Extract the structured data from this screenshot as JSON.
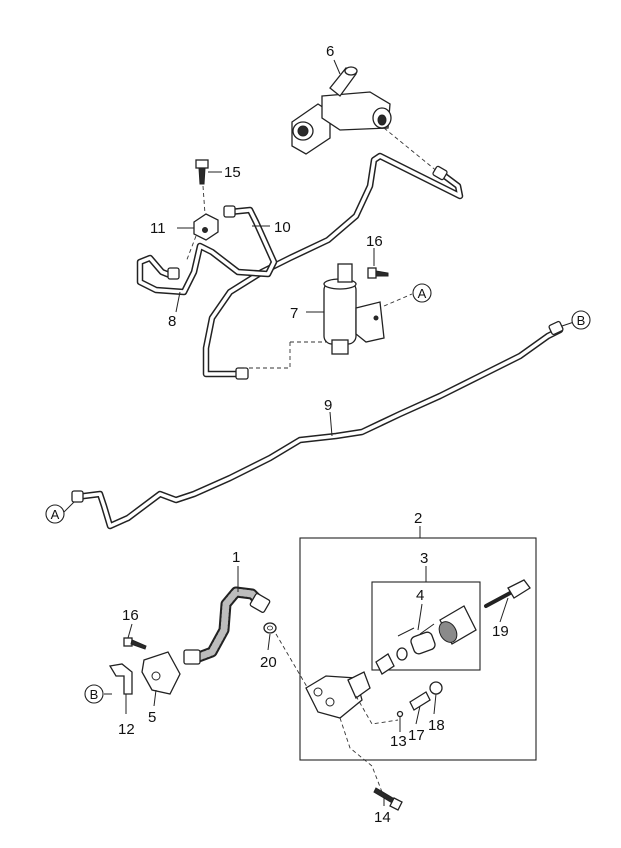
{
  "callouts": {
    "p1": "1",
    "p2": "2",
    "p3": "3",
    "p4": "4",
    "p5": "5",
    "p6": "6",
    "p7": "7",
    "p8": "8",
    "p9": "9",
    "p10": "10",
    "p11": "11",
    "p12": "12",
    "p13": "13",
    "p14": "14",
    "p15": "15",
    "p16a": "16",
    "p16b": "16",
    "p17": "17",
    "p18": "18",
    "p19": "19",
    "p20": "20"
  },
  "refs": {
    "a_upper": "A",
    "a_lower": "A",
    "b_upper": "B",
    "b_lower": "B"
  }
}
